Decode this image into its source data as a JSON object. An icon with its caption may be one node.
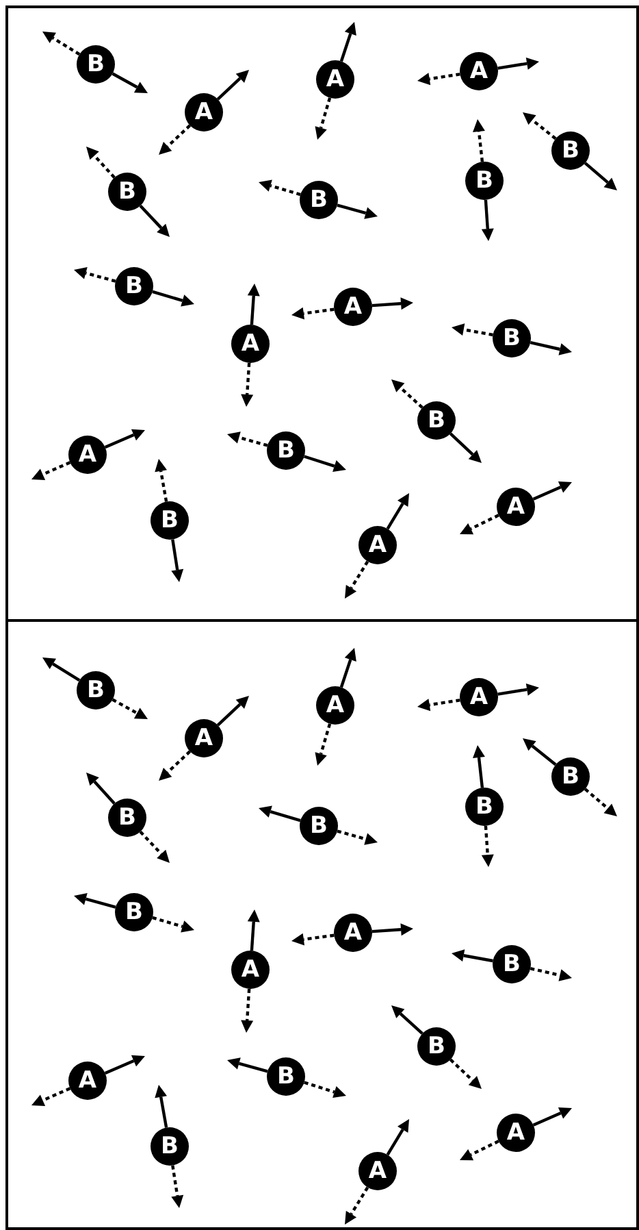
{
  "diagram": {
    "nodes": [
      {
        "text": [
          "B"
        ]
      },
      {
        "text": [
          "A"
        ]
      },
      {
        "text": [
          "A"
        ]
      },
      {
        "text": [
          "A"
        ]
      },
      {
        "text": [
          "B"
        ]
      },
      {
        "text": [
          "B"
        ]
      },
      {
        "text": [
          "B"
        ]
      },
      {
        "text": [
          "B"
        ]
      },
      {
        "text": [
          "B"
        ]
      },
      {
        "text": [
          "A"
        ]
      },
      {
        "text": [
          "A"
        ]
      },
      {
        "text": [
          "B"
        ]
      },
      {
        "text": [
          "B"
        ]
      },
      {
        "text": [
          "A"
        ]
      },
      {
        "text": [
          "B"
        ]
      },
      {
        "text": [
          "B"
        ]
      },
      {
        "text": [
          "A"
        ]
      },
      {
        "text": [
          "A"
        ]
      },
      {
        "text": [
          "B"
        ]
      },
      {
        "text": [
          "A"
        ]
      },
      {
        "text": [
          "A"
        ]
      },
      {
        "text": [
          "A"
        ]
      },
      {
        "text": [
          "B"
        ]
      },
      {
        "text": [
          "B"
        ]
      },
      {
        "text": [
          "B"
        ]
      },
      {
        "text": [
          "B"
        ]
      },
      {
        "text": [
          "B"
        ]
      },
      {
        "text": [
          "A"
        ]
      },
      {
        "text": [
          "A"
        ]
      },
      {
        "text": [
          "B"
        ]
      },
      {
        "text": [
          "B"
        ]
      },
      {
        "text": [
          "A"
        ]
      },
      {
        "text": [
          "B"
        ]
      },
      {
        "text": [
          "B"
        ]
      },
      {
        "text": [
          "A"
        ]
      },
      {
        "text": [
          "A"
        ]
      }
    ]
  }
}
